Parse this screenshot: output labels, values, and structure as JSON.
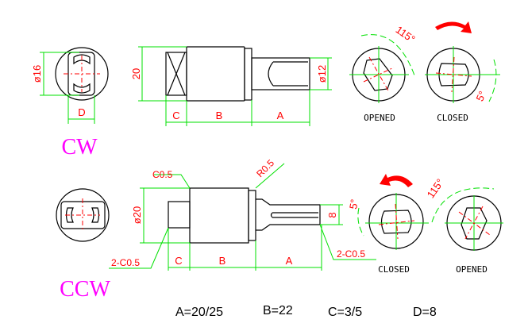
{
  "cw": {
    "label": "CW",
    "dims": {
      "dia_front": "ø16",
      "d": "D",
      "dia_body": "20",
      "dia_shaft": "ø12",
      "c": "C",
      "b": "B",
      "a": "A"
    },
    "angles": {
      "open": "115°",
      "close": "5°"
    },
    "states": {
      "opened": "OPENED",
      "closed": "CLOSED"
    }
  },
  "ccw": {
    "label": "CCW",
    "dims": {
      "dia_body": "ø20",
      "shaft": "8",
      "c": "C",
      "b": "B",
      "a": "A"
    },
    "notes": {
      "chamfer_top": "C0.5",
      "radius": "R0.5",
      "chamfer_left": "2-C0.5",
      "chamfer_right": "2-C0.5"
    },
    "angles": {
      "open": "115°",
      "close": "5°"
    },
    "states": {
      "opened": "OPENED",
      "closed": "CLOSED"
    }
  },
  "legend": {
    "a": "A=20/25",
    "b": "B=22",
    "c": "C=3/5",
    "d": "D=8"
  },
  "colors": {
    "dimension": "#00e000",
    "centerline": "#ff0000",
    "direction": "#ff00ff",
    "arrow": "#ff0000"
  }
}
